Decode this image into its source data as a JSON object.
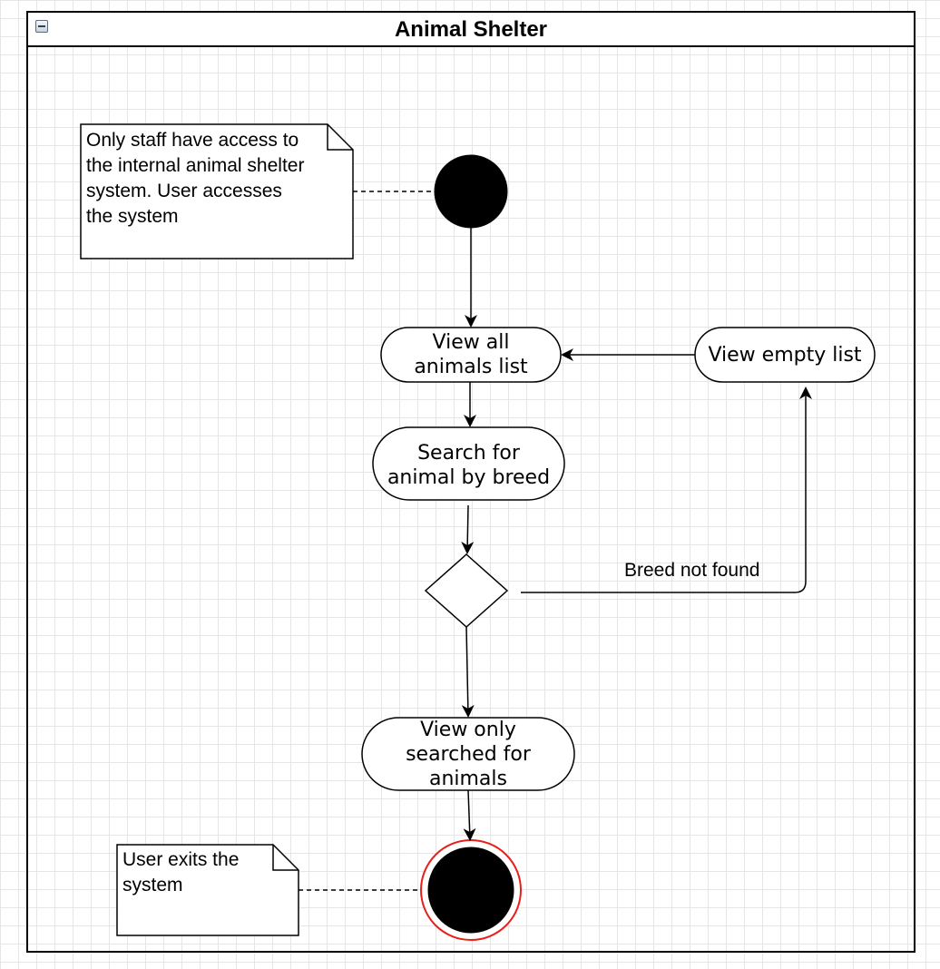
{
  "diagram": {
    "title": "Animal Shelter",
    "notes": {
      "start_note": "Only staff have access to\nthe internal animal shelter\nsystem.  User accesses\nthe system",
      "end_note": "User exits the\nsystem"
    },
    "activities": {
      "view_all": "View all\nanimals list",
      "search": "Search for\nanimal by breed",
      "view_empty": "View empty list",
      "view_searched": "View only\nsearched for\nanimals"
    },
    "edge_labels": {
      "breed_not_found": "Breed not found"
    },
    "colors": {
      "stroke": "#000000",
      "final_ring": "#e8201c",
      "node_fill": "#ffffff",
      "initial_fill": "#000000"
    }
  }
}
